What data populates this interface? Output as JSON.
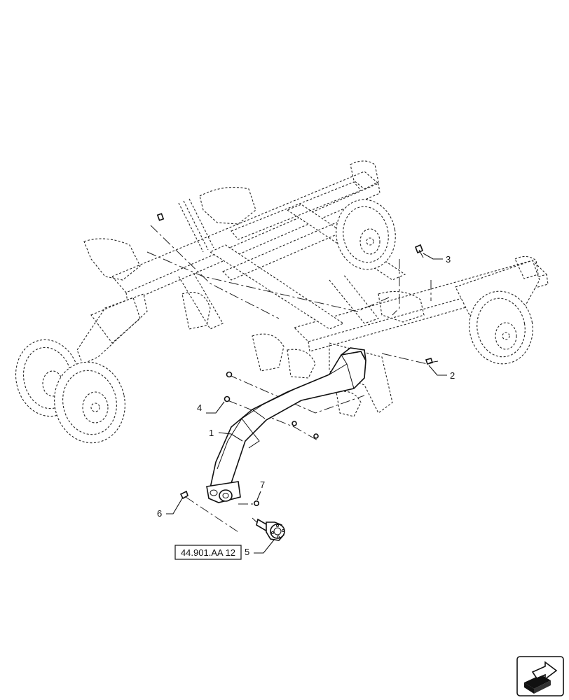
{
  "callouts": {
    "c1": "1",
    "c2": "2",
    "c3": "3",
    "c4": "4",
    "c5": "5",
    "c6": "6",
    "c7": "7"
  },
  "reference": {
    "label": "44.901.AA 12"
  },
  "icons": {
    "nav": "next-page-arrow-icon"
  }
}
